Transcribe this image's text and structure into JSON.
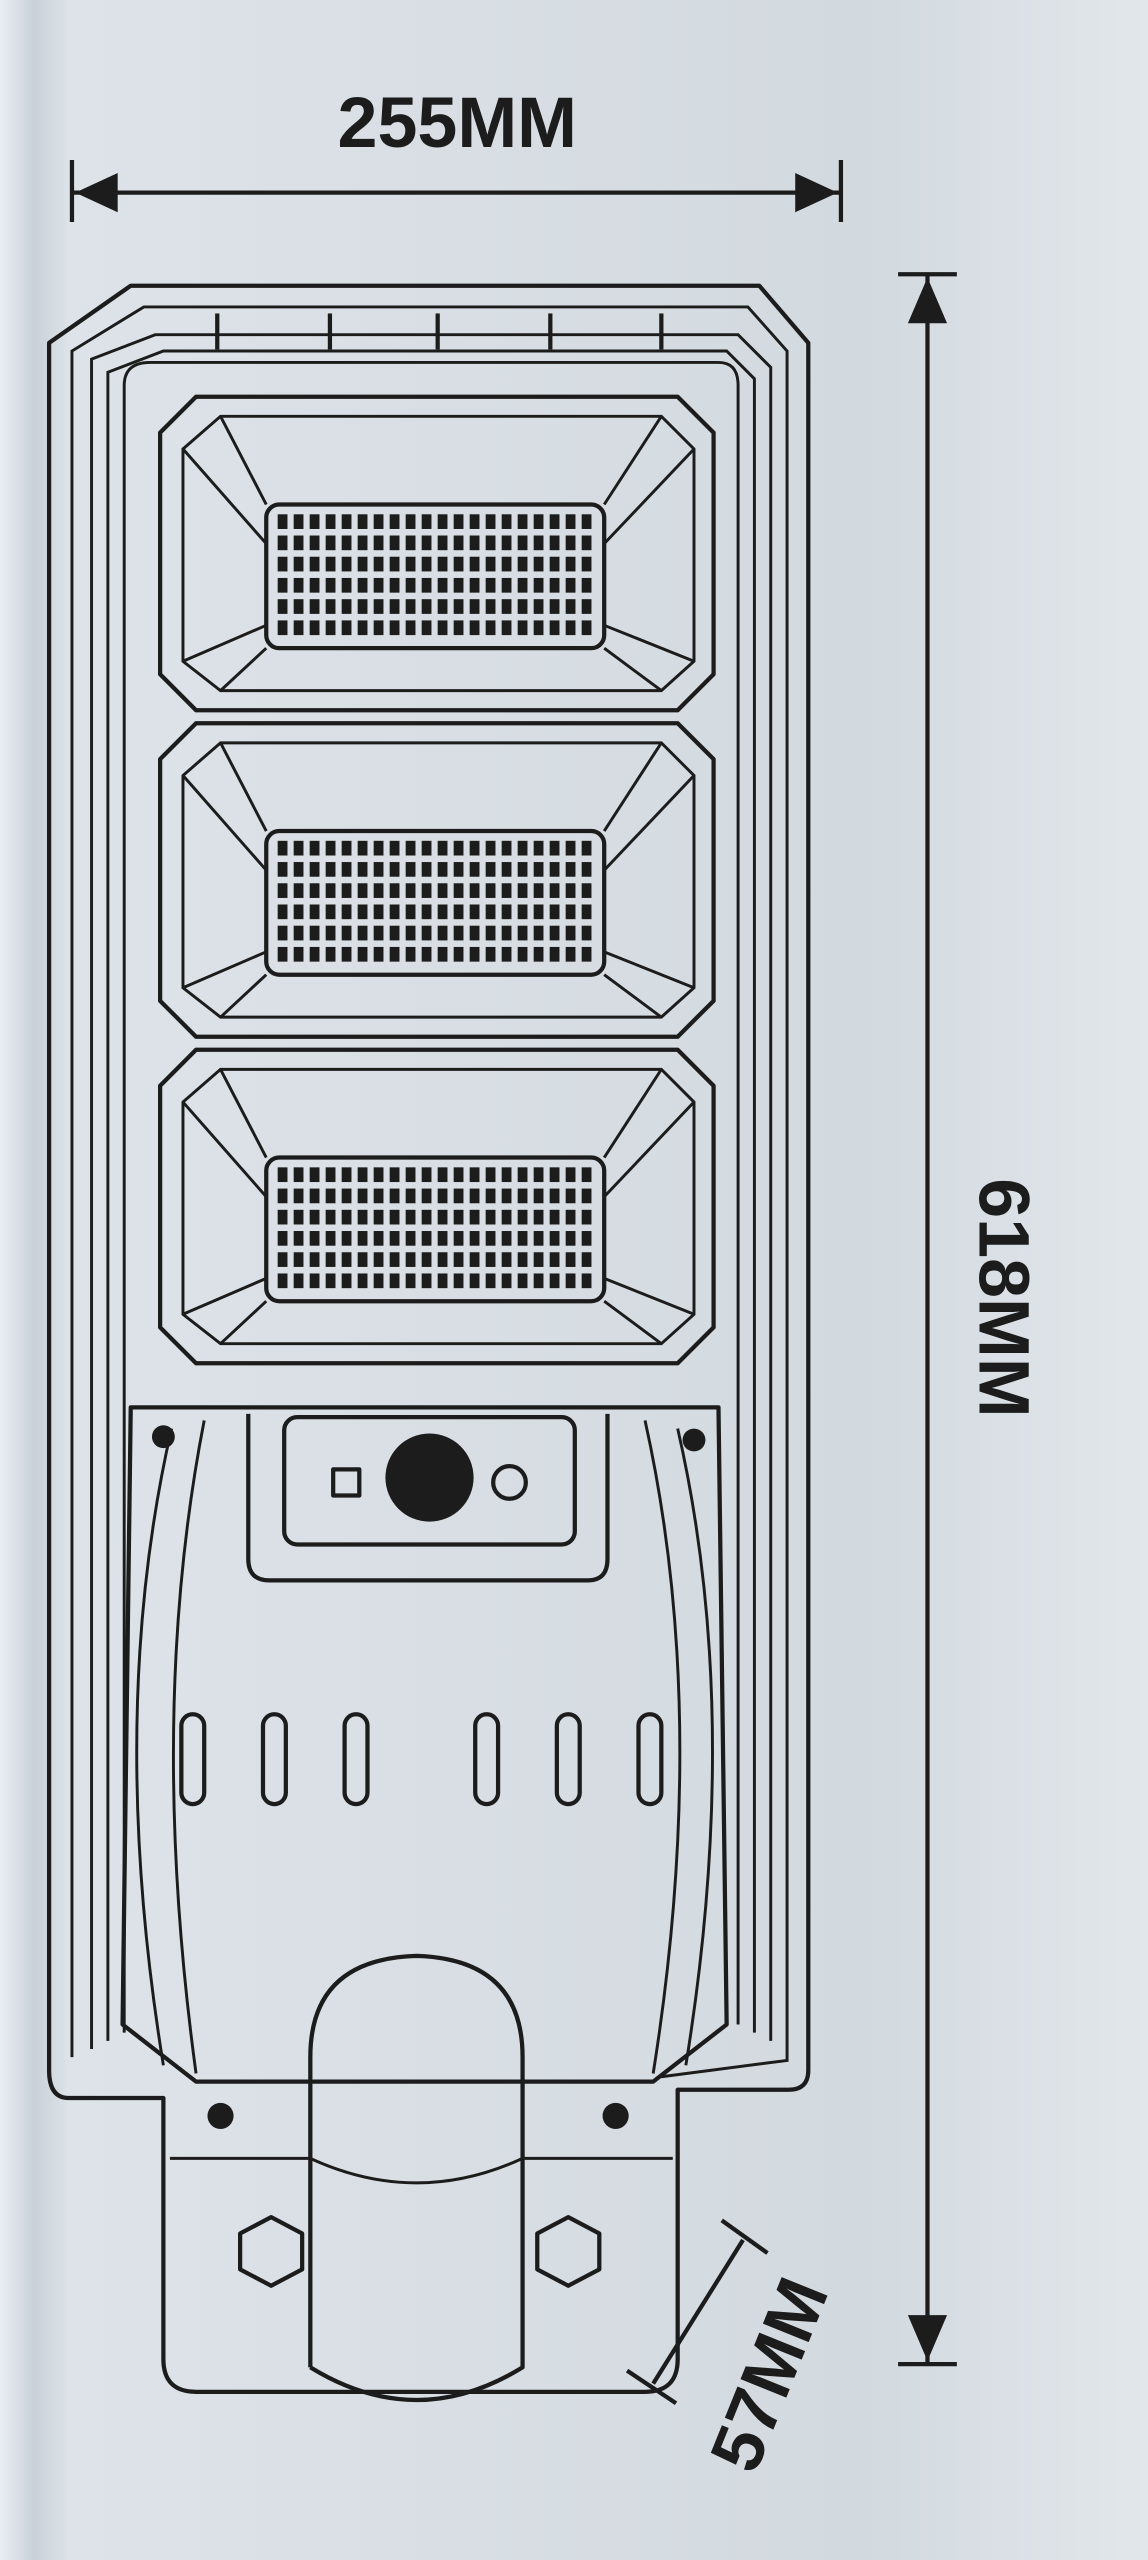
{
  "dimensions": {
    "width_label": "255MM",
    "height_label": "618MM",
    "depth_label": "57MM"
  },
  "product": {
    "led_module_count": 3,
    "vent_slot_count": 6
  },
  "colors": {
    "line": "#1c1c1c",
    "background": "#d5dbe1"
  }
}
